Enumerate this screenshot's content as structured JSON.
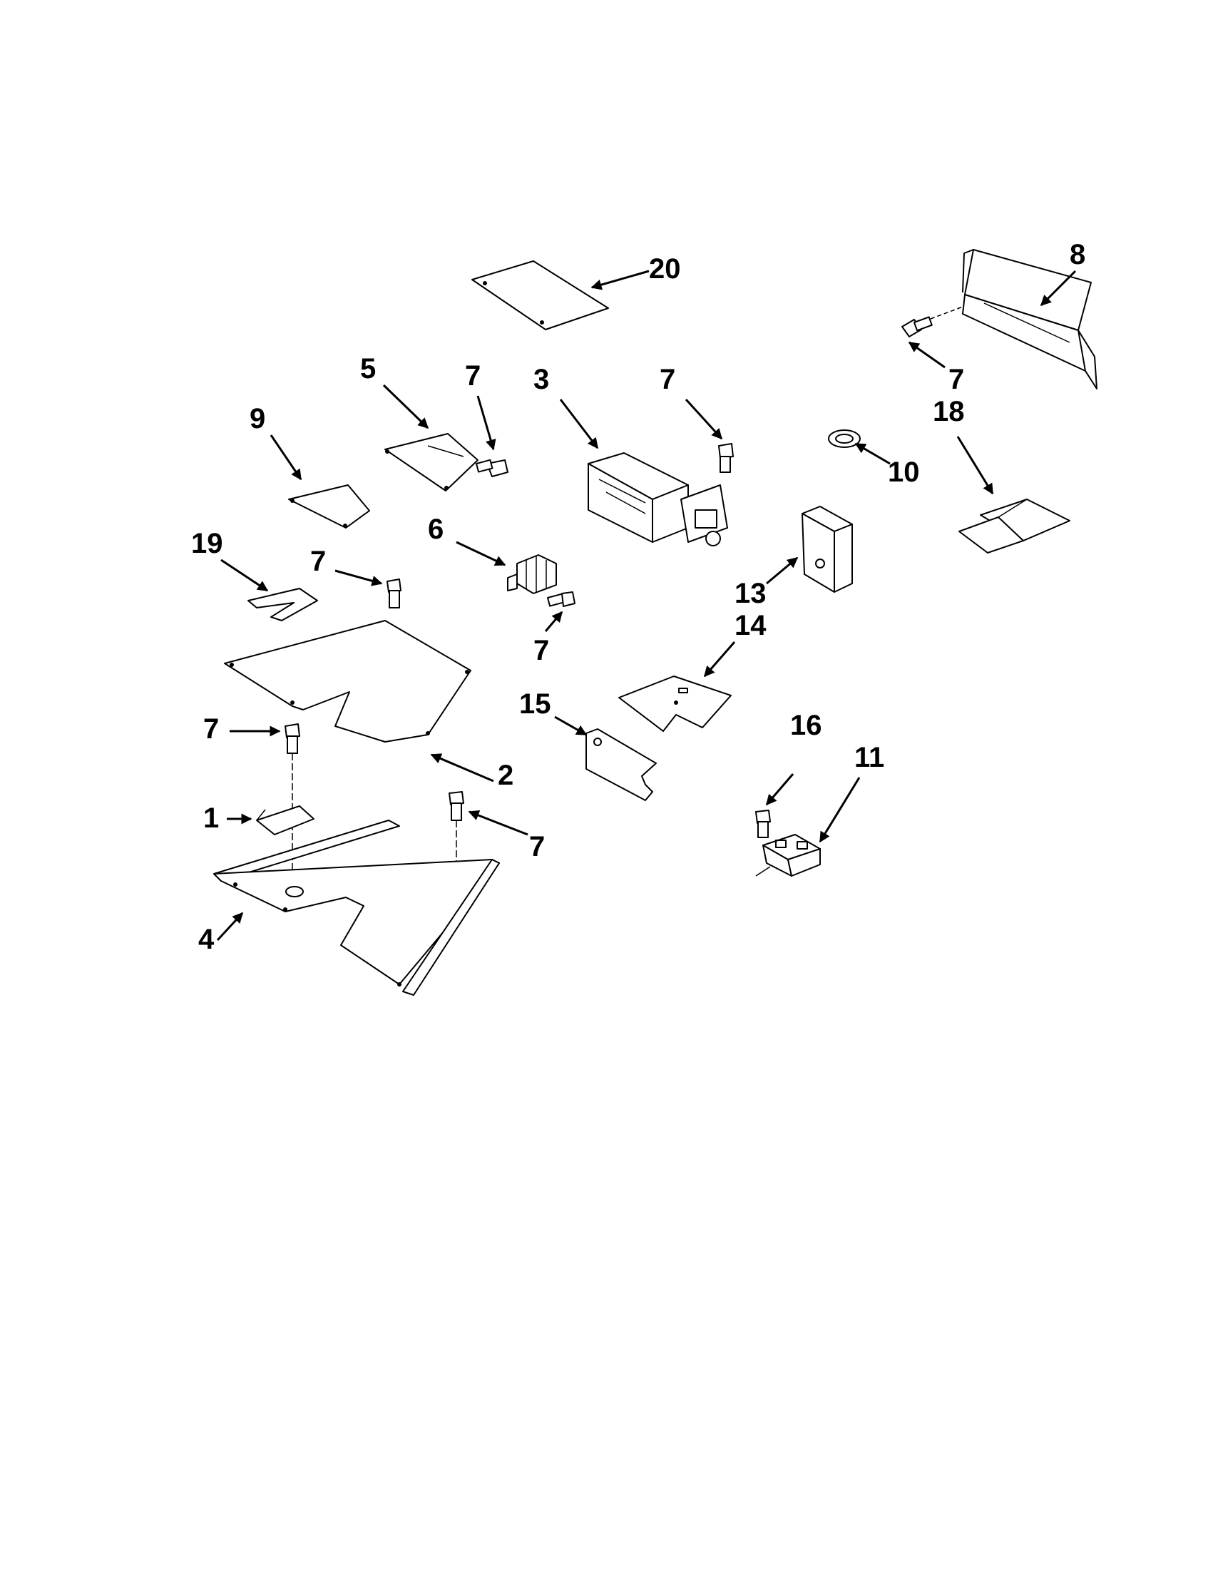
{
  "diagram": {
    "callouts": [
      {
        "id": "c20",
        "text": "20"
      },
      {
        "id": "c8",
        "text": "8"
      },
      {
        "id": "c5",
        "text": "5"
      },
      {
        "id": "c7a",
        "text": "7"
      },
      {
        "id": "c3",
        "text": "3"
      },
      {
        "id": "c7b",
        "text": "7"
      },
      {
        "id": "c7c",
        "text": "7"
      },
      {
        "id": "c18",
        "text": "18"
      },
      {
        "id": "c9",
        "text": "9"
      },
      {
        "id": "c10",
        "text": "10"
      },
      {
        "id": "c6",
        "text": "6"
      },
      {
        "id": "c19",
        "text": "19"
      },
      {
        "id": "c7d",
        "text": "7"
      },
      {
        "id": "c13",
        "text": "13"
      },
      {
        "id": "c14",
        "text": "14"
      },
      {
        "id": "c7e",
        "text": "7"
      },
      {
        "id": "c15",
        "text": "15"
      },
      {
        "id": "c7f",
        "text": "7"
      },
      {
        "id": "c2",
        "text": "2"
      },
      {
        "id": "c16",
        "text": "16"
      },
      {
        "id": "c11",
        "text": "11"
      },
      {
        "id": "c1",
        "text": "1"
      },
      {
        "id": "c7g",
        "text": "7"
      },
      {
        "id": "c4",
        "text": "4"
      }
    ]
  }
}
